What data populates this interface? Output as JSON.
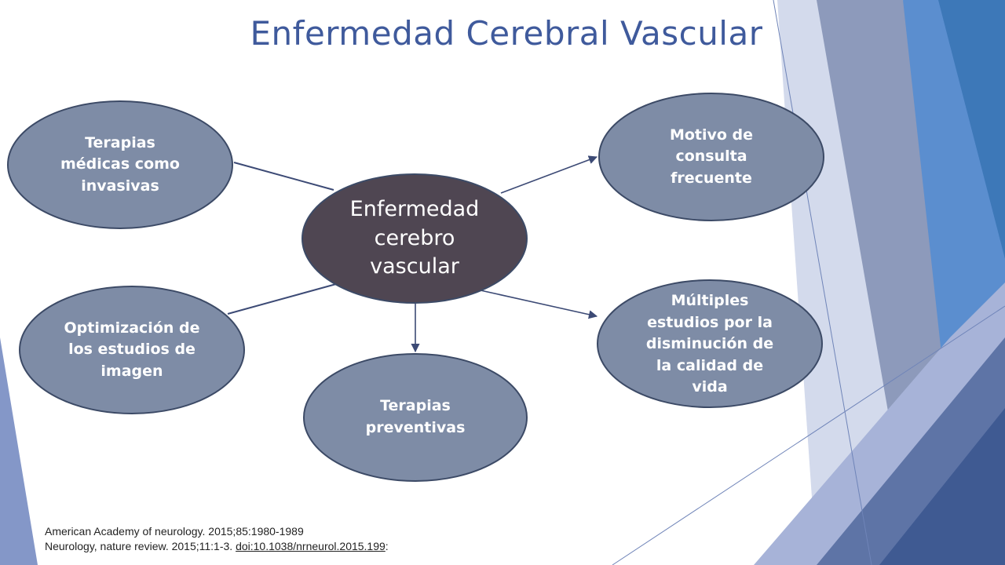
{
  "title": "Enfermedad Cerebral Vascular",
  "center": {
    "label_lines": [
      "Enfermedad",
      "cerebro",
      "vascular"
    ]
  },
  "nodes": {
    "terapias_medicas": {
      "label_lines": [
        "Terapias",
        "médicas como",
        "invasivas"
      ]
    },
    "optimizacion": {
      "label_lines": [
        "Optimización de",
        "los estudios de",
        "imagen"
      ]
    },
    "terapias_preventivas": {
      "label_lines": [
        "Terapias",
        "preventivas"
      ]
    },
    "motivo_consulta": {
      "label_lines": [
        "Motivo de",
        "consulta",
        "frecuente"
      ]
    },
    "multiples_estudios": {
      "label_lines": [
        "Múltiples",
        "estudios por la",
        "disminución de",
        "la calidad de",
        "vida"
      ]
    }
  },
  "references": {
    "ref1": "American Academy of neurology. 2015;85:1980-1989",
    "ref2_prefix": "Neurology, nature review. 2015;11:1-3. ",
    "ref2_doi": "doi:10.1038/nrneurol.2015.199",
    "ref2_suffix": ":"
  },
  "colors": {
    "title": "#3F5A9C",
    "center_fill": "#4F4652",
    "node_fill": "#7E8CA6",
    "node_stroke": "#3C4A66",
    "connector": "#3C4A75"
  }
}
